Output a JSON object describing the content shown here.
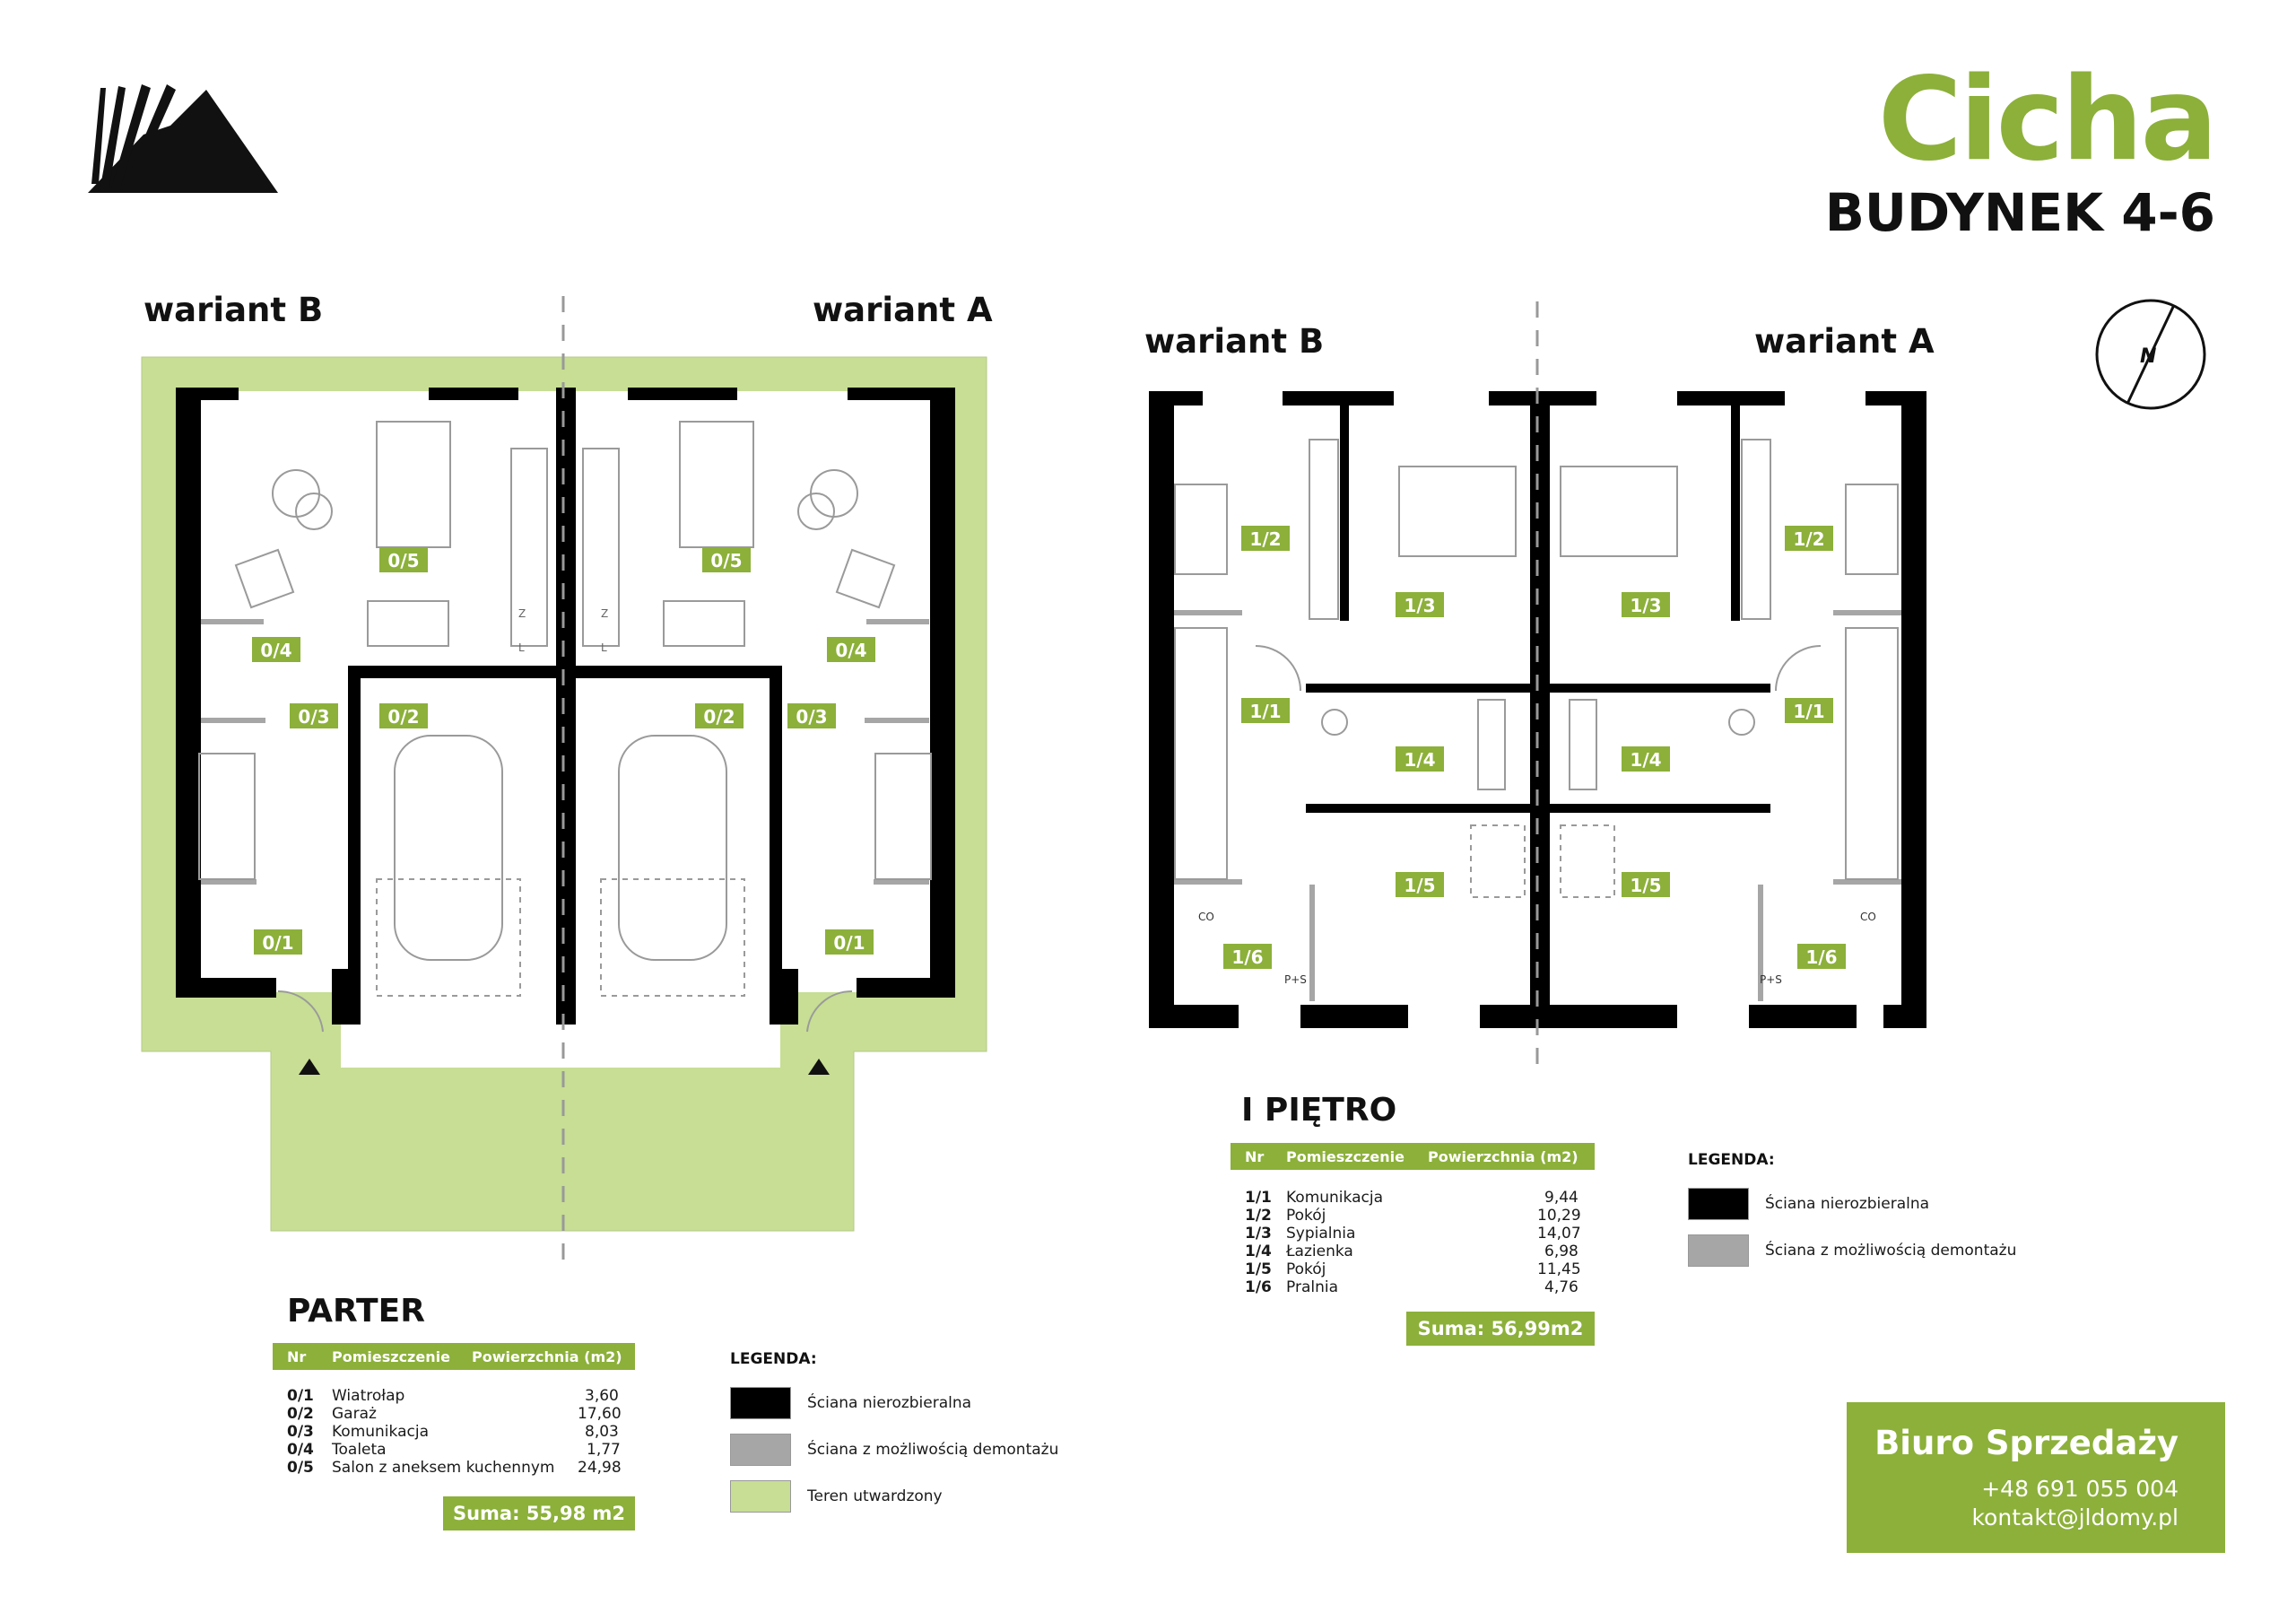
{
  "header": {
    "title": "Cicha",
    "subtitle": "BUDYNEK 4-6"
  },
  "parter": {
    "variant_left": "wariant B",
    "variant_right": "wariant A",
    "floor_title": "PARTER",
    "columns": {
      "nr": "Nr",
      "name": "Pomieszczenie",
      "area": "Powierzchnia (m2)"
    },
    "rows": [
      {
        "nr": "0/1",
        "name": "Wiatrołap",
        "area": "3,60"
      },
      {
        "nr": "0/2",
        "name": "Garaż",
        "area": "17,60"
      },
      {
        "nr": "0/3",
        "name": "Komunikacja",
        "area": "8,03"
      },
      {
        "nr": "0/4",
        "name": "Toaleta",
        "area": "1,77"
      },
      {
        "nr": "0/5",
        "name": "Salon z aneksem kuchennym",
        "area": "24,98"
      }
    ],
    "sum": "Suma: 55,98 m2",
    "plan_labels": {
      "l01": "0/1",
      "l02": "0/2",
      "l03": "0/3",
      "l04": "0/4",
      "l05": "0/5",
      "fz": "Z",
      "fl": "L"
    },
    "legend": {
      "title": "LEGENDA:",
      "items": [
        {
          "label": "Ściana nierozbieralna",
          "color": "#000000"
        },
        {
          "label": "Ściana z możliwością demontażu",
          "color": "#a6a6a6"
        },
        {
          "label": "Teren utwardzony",
          "color": "#c7de94"
        }
      ]
    }
  },
  "pietro": {
    "variant_left": "wariant B",
    "variant_right": "wariant A",
    "floor_title": "I PIĘTRO",
    "columns": {
      "nr": "Nr",
      "name": "Pomieszczenie",
      "area": "Powierzchnia (m2)"
    },
    "rows": [
      {
        "nr": "1/1",
        "name": "Komunikacja",
        "area": "9,44"
      },
      {
        "nr": "1/2",
        "name": "Pokój",
        "area": "10,29"
      },
      {
        "nr": "1/3",
        "name": "Sypialnia",
        "area": "14,07"
      },
      {
        "nr": "1/4",
        "name": "Łazienka",
        "area": "6,98"
      },
      {
        "nr": "1/5",
        "name": "Pokój",
        "area": "11,45"
      },
      {
        "nr": "1/6",
        "name": "Pralnia",
        "area": "4,76"
      }
    ],
    "sum": "Suma: 56,99m2",
    "plan_labels": {
      "l11": "1/1",
      "l12": "1/2",
      "l13": "1/3",
      "l14": "1/4",
      "l15": "1/5",
      "l16": "1/6",
      "co": "CO",
      "ps": "P+S"
    },
    "legend": {
      "title": "LEGENDA:",
      "items": [
        {
          "label": "Ściana nierozbieralna",
          "color": "#000000"
        },
        {
          "label": "Ściana z możliwością demontażu",
          "color": "#a6a6a6"
        }
      ]
    }
  },
  "contact": {
    "title": "Biuro Sprzedaży",
    "phone": "+48 691 055 004",
    "email": "kontakt@jldomy.pl"
  },
  "icons": {
    "logo": "mountain-logo",
    "compass": "north-arrow-icon",
    "entrance": "entrance-arrow-icon"
  },
  "colors": {
    "accent": "#8cb03a",
    "terrain": "#c7de94",
    "wall": "#000000",
    "demountable_wall": "#a6a6a6"
  }
}
